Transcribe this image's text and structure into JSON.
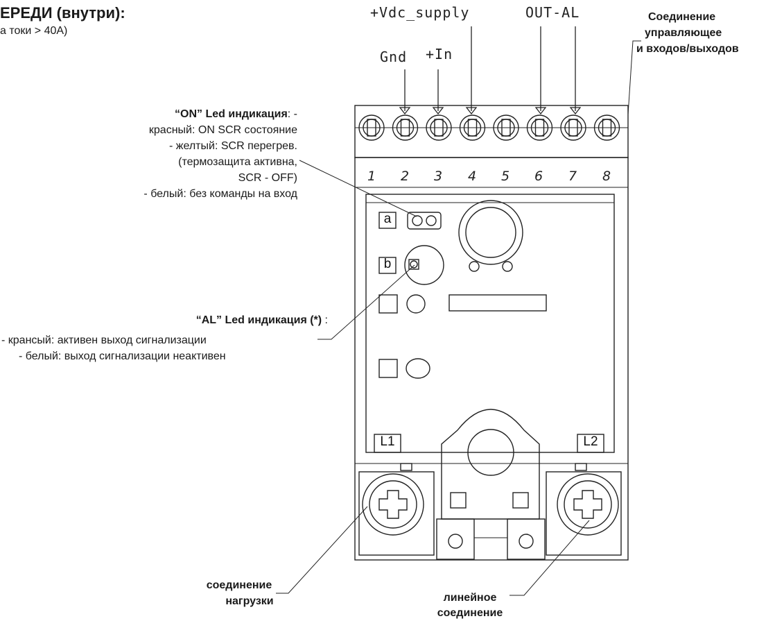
{
  "header": {
    "title": "ЕРЕДИ (внутри):",
    "subtitle": "а токи  > 40A)"
  },
  "terminal_signals": {
    "vdc_supply": "+Vdc_supply",
    "out_al": "OUT-AL",
    "gnd": "Gnd",
    "in": "+In"
  },
  "control_connection": {
    "line1": "Соединение",
    "line2": "управляющее",
    "line3": "и входов/выходов"
  },
  "terminals": [
    "1",
    "2",
    "3",
    "4",
    "5",
    "6",
    "7",
    "8"
  ],
  "on_led": {
    "title_bold": "“ON”  Led индикация",
    "title_suffix": ": -",
    "line1": "красный: ON SCR состояние",
    "line2": "- желтый:  SCR перегрев.",
    "line3": "(термозащита активна,",
    "line4": "SCR - OFF)",
    "line5": "- белый: без команды на вход"
  },
  "al_led": {
    "title_bold": "“AL”  Led индикация (*)",
    "title_suffix": " :",
    "line1": "- крансый: активен выход сигнализации",
    "line2": "- белый:  выход сигнализации неактивен"
  },
  "markers": {
    "a": "a",
    "b": "b",
    "l1": "L1",
    "l2": "L2"
  },
  "load_connection": {
    "line1": "соединение",
    "line2": "нагрузки"
  },
  "line_connection": {
    "line1": "линейное",
    "line2": "соединение"
  }
}
